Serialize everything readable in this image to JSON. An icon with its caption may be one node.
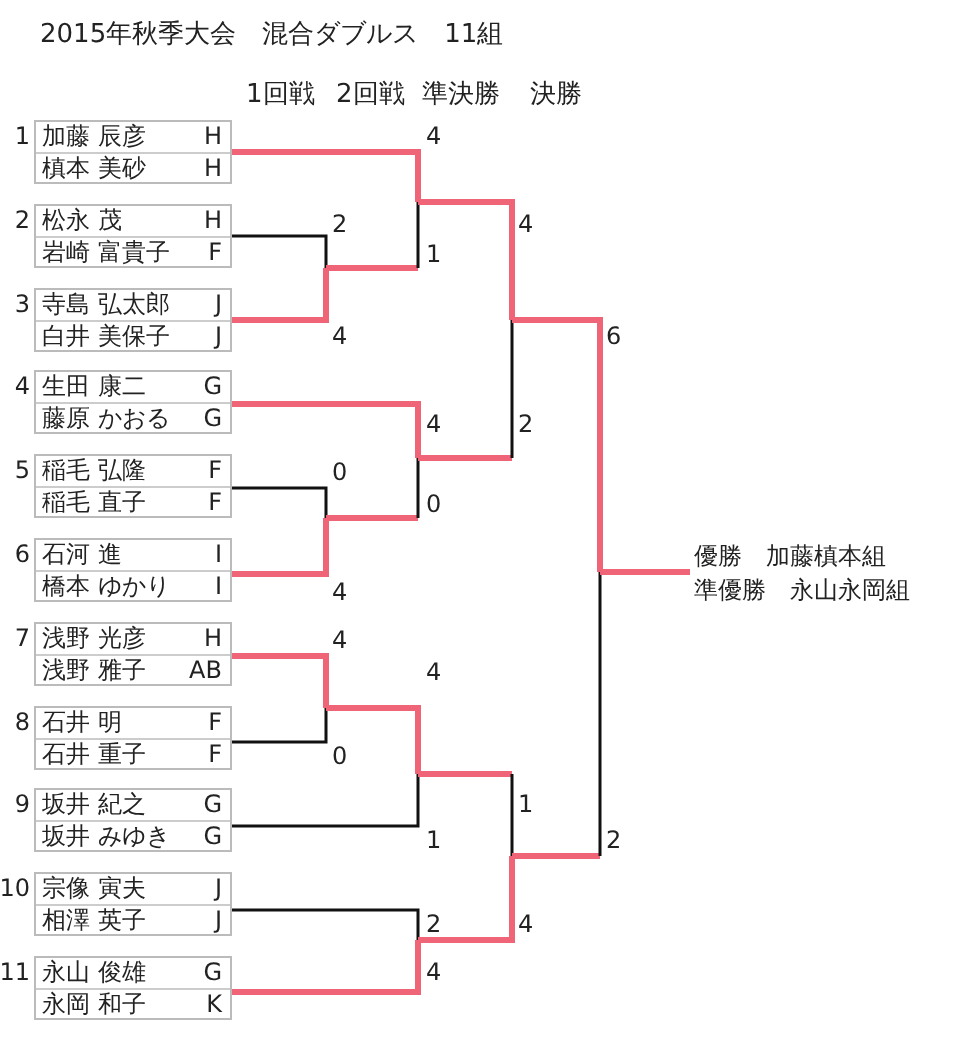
{
  "diagram": {
    "title": "2015年秋季大会　混合ダブルス　11組",
    "nodes": [
      {
        "text": [
          "加藤 辰彦",
          "H",
          "槙本 美砂",
          "H"
        ],
        "beside": [
          "1"
        ]
      },
      {
        "text": [
          "松永 茂",
          "H",
          "岩崎 富貴子",
          "F"
        ],
        "beside": [
          "2"
        ]
      },
      {
        "text": [
          "寺島 弘太郎",
          "J",
          "白井 美保子",
          "J"
        ],
        "beside": [
          "3"
        ]
      },
      {
        "text": [
          "生田 康二",
          "G",
          "藤原 かおる",
          "G"
        ],
        "beside": [
          "4"
        ]
      },
      {
        "text": [
          "稲毛 弘隆",
          "F",
          "稲毛 直子",
          "F"
        ],
        "beside": [
          "5"
        ]
      },
      {
        "text": [
          "石河 進",
          "I",
          "橋本 ゆかり",
          "I"
        ],
        "beside": [
          "6"
        ]
      },
      {
        "text": [
          "浅野 光彦",
          "H",
          "浅野 雅子",
          "AB"
        ],
        "beside": [
          "7"
        ]
      },
      {
        "text": [
          "石井 明",
          "F",
          "石井 重子",
          "F"
        ],
        "beside": [
          "8"
        ]
      },
      {
        "text": [
          "坂井 紀之",
          "G",
          "坂井 みゆき",
          "G"
        ],
        "beside": [
          "9"
        ]
      },
      {
        "text": [
          "宗像 寅夫",
          "J",
          "相澤 英子",
          "J"
        ],
        "beside": [
          "10"
        ]
      },
      {
        "text": [
          "永山 俊雄",
          "G",
          "永岡 和子",
          "K"
        ],
        "beside": [
          "11"
        ]
      },
      {
        "text": [
          "優勝　加藤槙本組",
          "準優勝　永山永岡組"
        ]
      }
    ],
    "edges": [
      {
        "from": 0,
        "to": 11,
        "arrow": "none"
      },
      {
        "from": 1,
        "to": 11,
        "arrow": "none"
      },
      {
        "from": 2,
        "to": 11,
        "arrow": "none"
      },
      {
        "from": 3,
        "to": 11,
        "arrow": "none"
      },
      {
        "from": 4,
        "to": 11,
        "arrow": "none"
      },
      {
        "from": 5,
        "to": 11,
        "arrow": "none"
      },
      {
        "from": 6,
        "to": 11,
        "arrow": "none",
        "color": "#111111"
      },
      {
        "from": 7,
        "to": 11,
        "arrow": "none",
        "color": "#111111"
      },
      {
        "from": 8,
        "to": 11,
        "arrow": "none",
        "color": "#111111"
      },
      {
        "from": 9,
        "to": 11,
        "arrow": "none",
        "color": "#111111"
      },
      {
        "from": 10,
        "to": 11,
        "arrow": "none",
        "color": "#111111"
      }
    ],
    "labels": [
      "1回戦",
      "2回戦",
      "準決勝",
      "決勝",
      "4",
      "2",
      "4",
      "1",
      "4",
      "6",
      "4",
      "2",
      "0",
      "0",
      "4",
      "4",
      "4",
      "0",
      "1",
      "1",
      "2",
      "2",
      "4",
      "4"
    ]
  }
}
